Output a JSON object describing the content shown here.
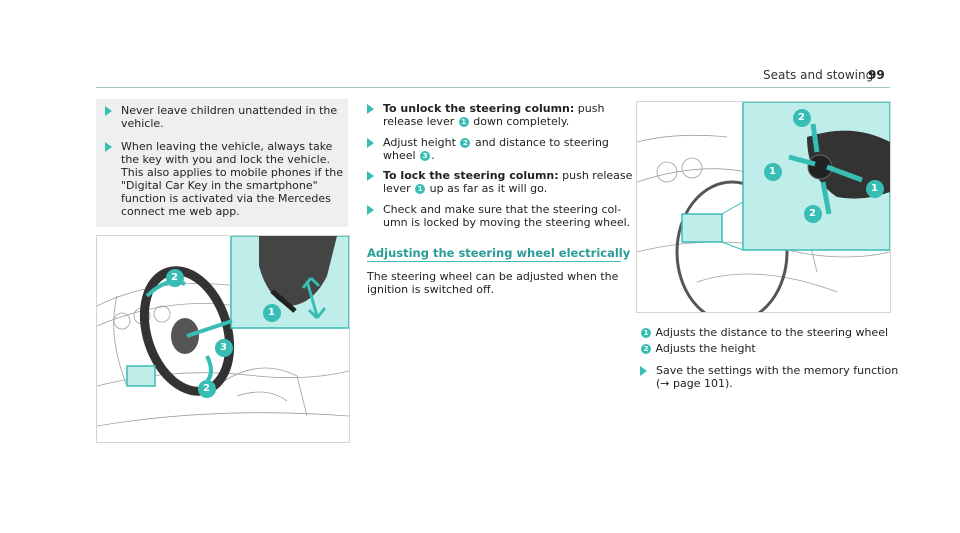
{
  "header": {
    "section": "Seats and stowing",
    "page_number": "99"
  },
  "warning": {
    "items": [
      [
        "Never leave children unattended in the",
        "vehicle."
      ],
      [
        "When leaving the vehicle, always take",
        "the key with you and lock the vehicle.",
        "This also applies to mobile phones if the",
        "\"Digital Car Key in the smartphone\"",
        "function is activated via the Mercedes",
        "connect me web app."
      ]
    ]
  },
  "steps_manual": {
    "unlock_bold": "To unlock the steering column:",
    "unlock_rest1": " push",
    "unlock_line2a": "release lever ",
    "unlock_line2b": " down completely.",
    "adjust_line1a": "Adjust height ",
    "adjust_line1b": " and distance to steering",
    "adjust_line2a": "wheel ",
    "adjust_line2b": ".",
    "lock_bold": "To lock the steering column:",
    "lock_rest1": " push release",
    "lock_line2a": "lever ",
    "lock_line2b": " up as far as it will go.",
    "check_line1": "Check and make sure that the steering col-",
    "check_line2": "umn is locked by moving the steering wheel."
  },
  "electric": {
    "heading": "Adjusting the steering wheel electrically",
    "intro_line1": "The steering wheel can be adjusted when the",
    "intro_line2": "ignition is switched off.",
    "legend": [
      {
        "num": "1",
        "text": "Adjusts the distance to the steering wheel"
      },
      {
        "num": "2",
        "text": "Adjusts the height"
      }
    ],
    "save_line1": "Save the settings with the memory function",
    "save_line2": "(→ page 101)."
  },
  "callouts": {
    "one": "1",
    "two": "2",
    "three": "3"
  },
  "colors": {
    "accent": "#38bdb5",
    "highlight": "#bfeeea",
    "warning_bg": "#eef0f0"
  }
}
